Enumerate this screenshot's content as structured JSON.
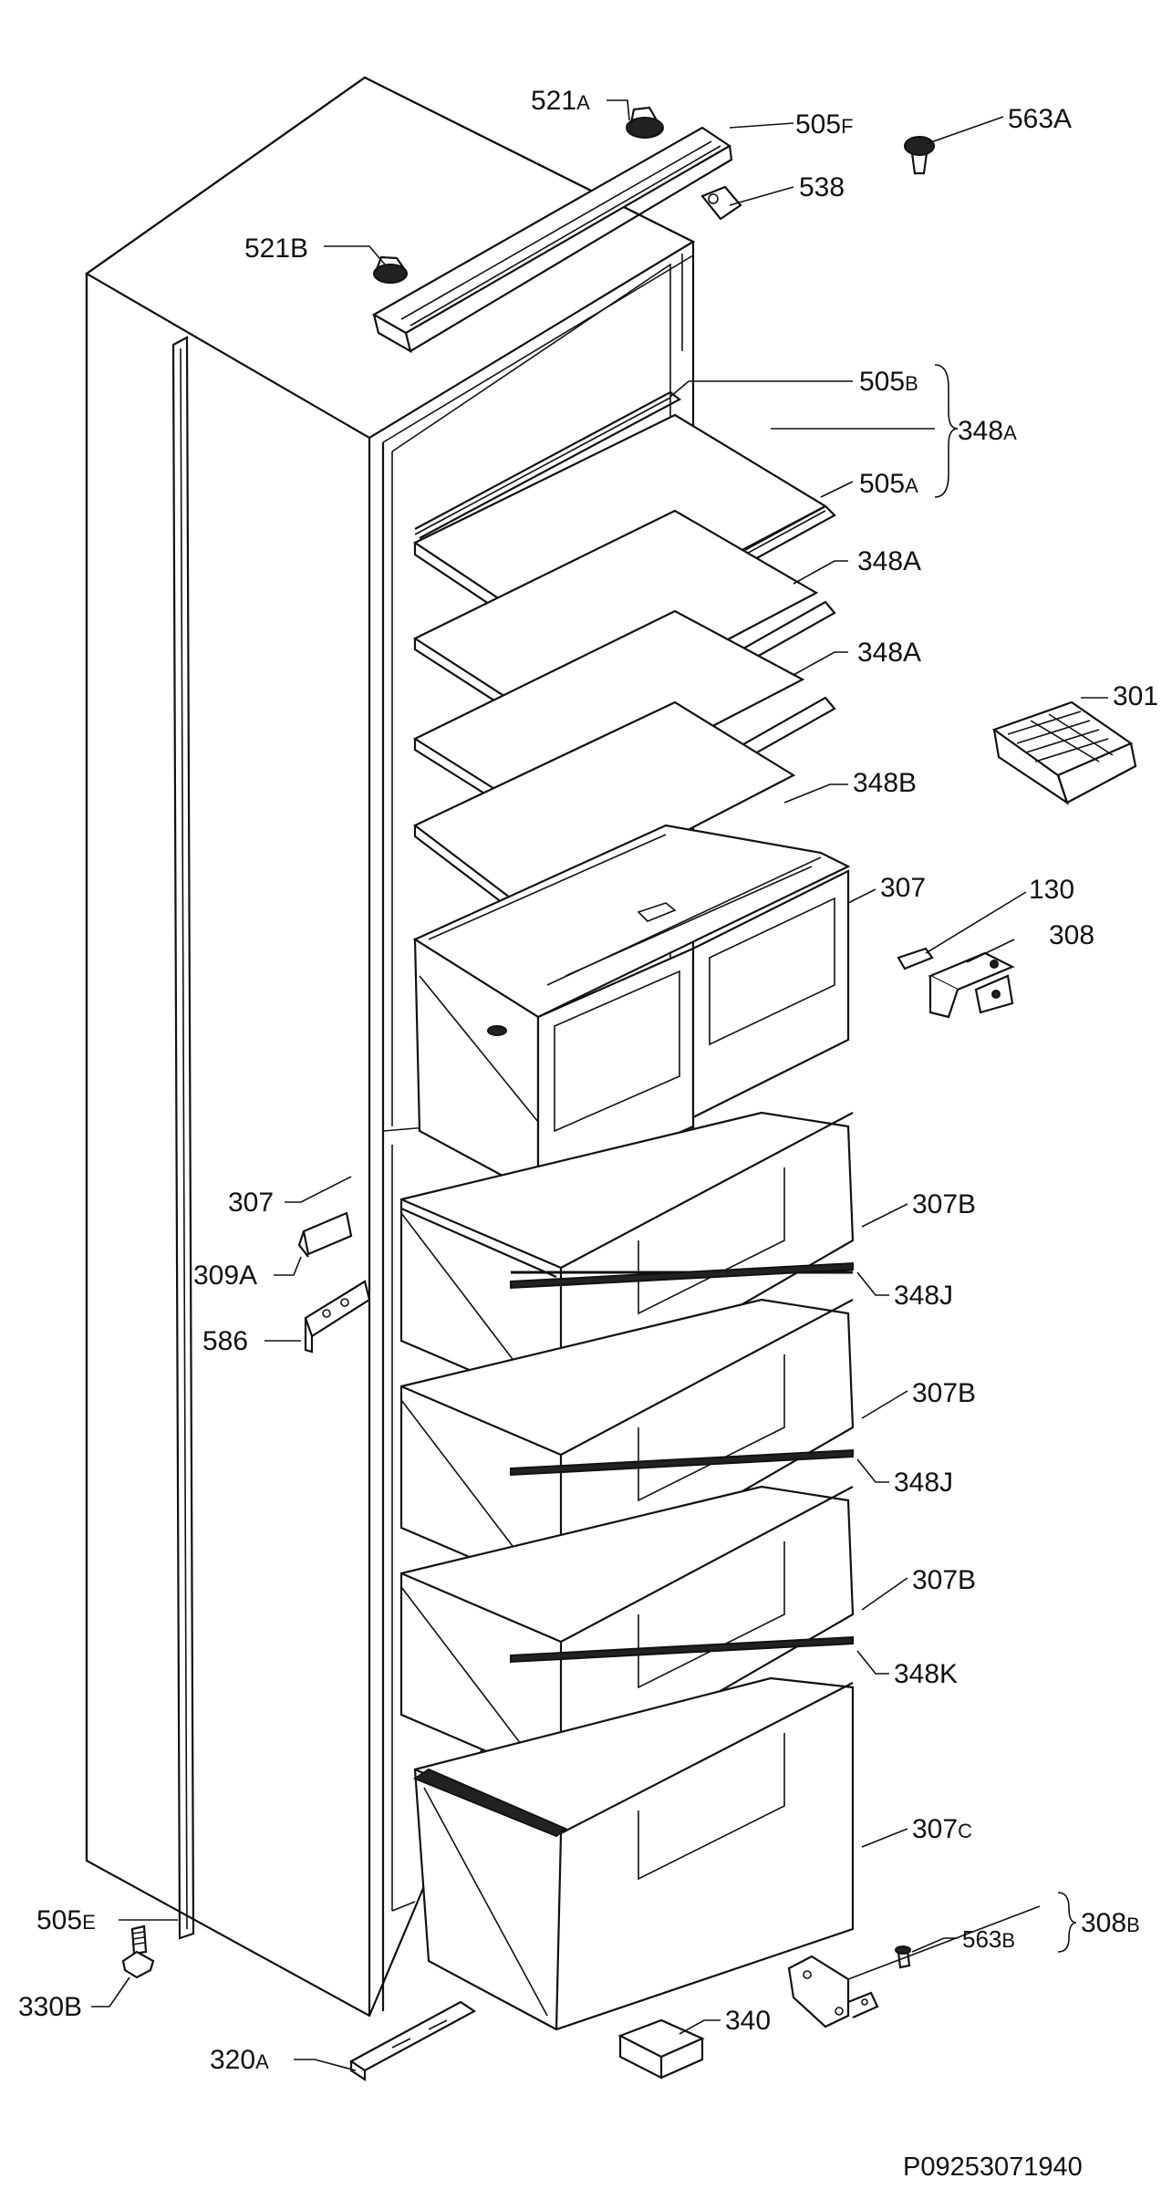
{
  "drawing_code": "P09253071940",
  "parts": {
    "p521A": {
      "main": "521",
      "suffix": "A"
    },
    "p505F": {
      "main": "505",
      "suffix": "F"
    },
    "p563A": {
      "main": "563A",
      "suffix": ""
    },
    "p538": {
      "main": "538",
      "suffix": ""
    },
    "p521B": {
      "main": "521B",
      "suffix": ""
    },
    "p505B": {
      "main": "505",
      "suffix": "B"
    },
    "p348A_bracket": {
      "main": "348",
      "suffix": "A"
    },
    "p505A": {
      "main": "505",
      "suffix": "A"
    },
    "p348A_1": {
      "main": "348A",
      "suffix": ""
    },
    "p348A_2": {
      "main": "348A",
      "suffix": ""
    },
    "p301": {
      "main": "301",
      "suffix": ""
    },
    "p348B": {
      "main": "348B",
      "suffix": ""
    },
    "p307_top": {
      "main": "307",
      "suffix": ""
    },
    "p130": {
      "main": "130",
      "suffix": ""
    },
    "p308": {
      "main": "308",
      "suffix": ""
    },
    "p307_left": {
      "main": "307",
      "suffix": ""
    },
    "p307B_1": {
      "main": "307B",
      "suffix": ""
    },
    "p309A": {
      "main": "309A",
      "suffix": ""
    },
    "p348J_1": {
      "main": "348J",
      "suffix": ""
    },
    "p586": {
      "main": "586",
      "suffix": ""
    },
    "p307B_2": {
      "main": "307B",
      "suffix": ""
    },
    "p348J_2": {
      "main": "348J",
      "suffix": ""
    },
    "p307B_3": {
      "main": "307B",
      "suffix": ""
    },
    "p348K": {
      "main": "348K",
      "suffix": ""
    },
    "p307C": {
      "main": "307",
      "suffix": "C"
    },
    "p505E": {
      "main": "505",
      "suffix": "E"
    },
    "p308B": {
      "main": "308",
      "suffix": "B"
    },
    "p563B": {
      "main": "563",
      "suffix": "B"
    },
    "p330B": {
      "main": "330B",
      "suffix": ""
    },
    "p340": {
      "main": "340",
      "suffix": ""
    },
    "p320A": {
      "main": "320",
      "suffix": "A"
    }
  }
}
